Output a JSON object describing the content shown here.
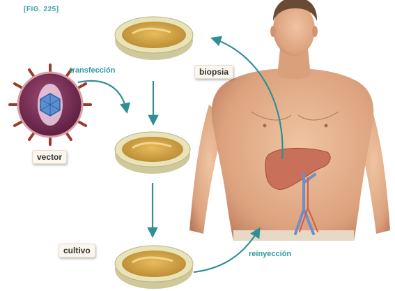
{
  "figure": {
    "label": "[FIG. 225]"
  },
  "labels": {
    "transfection": "transfección",
    "biopsy": "biopsia",
    "vector": "vector",
    "culture": "cultivo",
    "reinjection": "reinyección"
  },
  "colors": {
    "teal": "#2f9aa0",
    "skin": "#e2b08e",
    "liver": "#c8705a",
    "vessel": "#6f8fc6",
    "dish_rim": "#e9e3b8",
    "culture_medium": "#d7a345",
    "virus_body": "#7a2b55",
    "virus_spike": "#9c3b2a"
  }
}
